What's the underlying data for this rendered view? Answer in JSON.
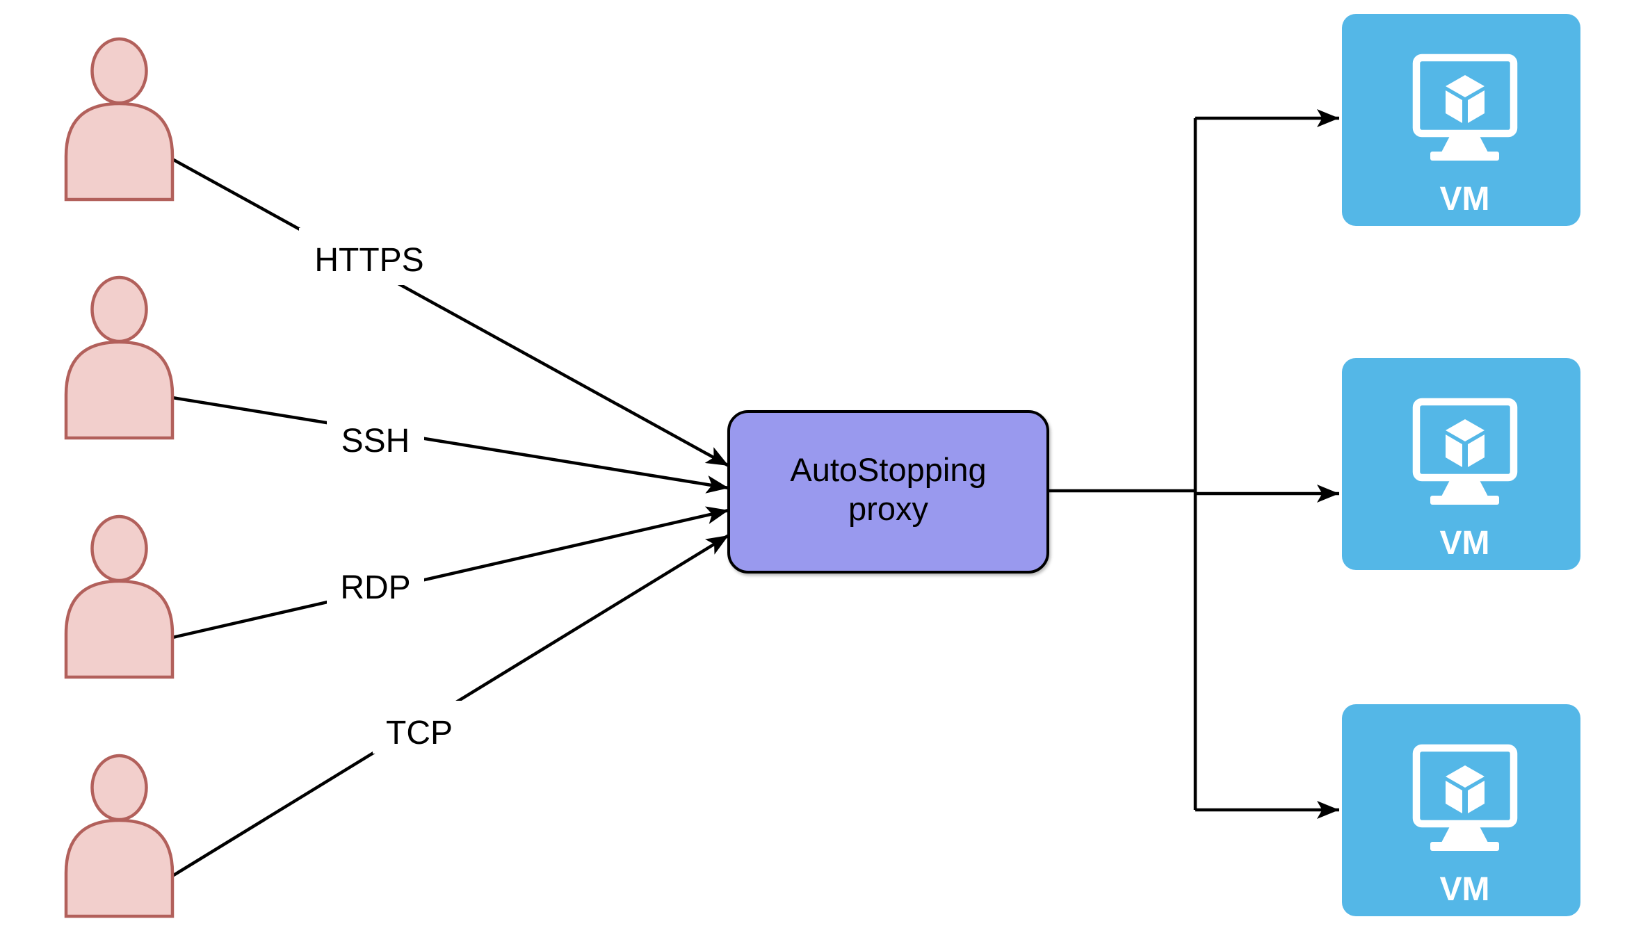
{
  "diagram": {
    "users": [
      {
        "icon": "person-icon",
        "protocol": "HTTPS"
      },
      {
        "icon": "person-icon",
        "protocol": "SSH"
      },
      {
        "icon": "person-icon",
        "protocol": "RDP"
      },
      {
        "icon": "person-icon",
        "protocol": "TCP"
      }
    ],
    "proxy": {
      "label_line1": "AutoStopping",
      "label_line2": "proxy"
    },
    "vms": [
      {
        "icon": "vm-monitor-cube-icon",
        "label": "VM"
      },
      {
        "icon": "vm-monitor-cube-icon",
        "label": "VM"
      },
      {
        "icon": "vm-monitor-cube-icon",
        "label": "VM"
      }
    ],
    "colors": {
      "background": "#FFFFFF",
      "connector": "#000000",
      "user_fill": "#F2CFCC",
      "user_stroke": "#B2605B",
      "proxy_fill": "#9999EE",
      "proxy_stroke": "#000000",
      "proxy_text": "#000000",
      "vm_fill": "#54B7E7",
      "vm_icon": "#FFFFFF",
      "vm_text": "#FFFFFF",
      "label_text": "#000000"
    }
  }
}
